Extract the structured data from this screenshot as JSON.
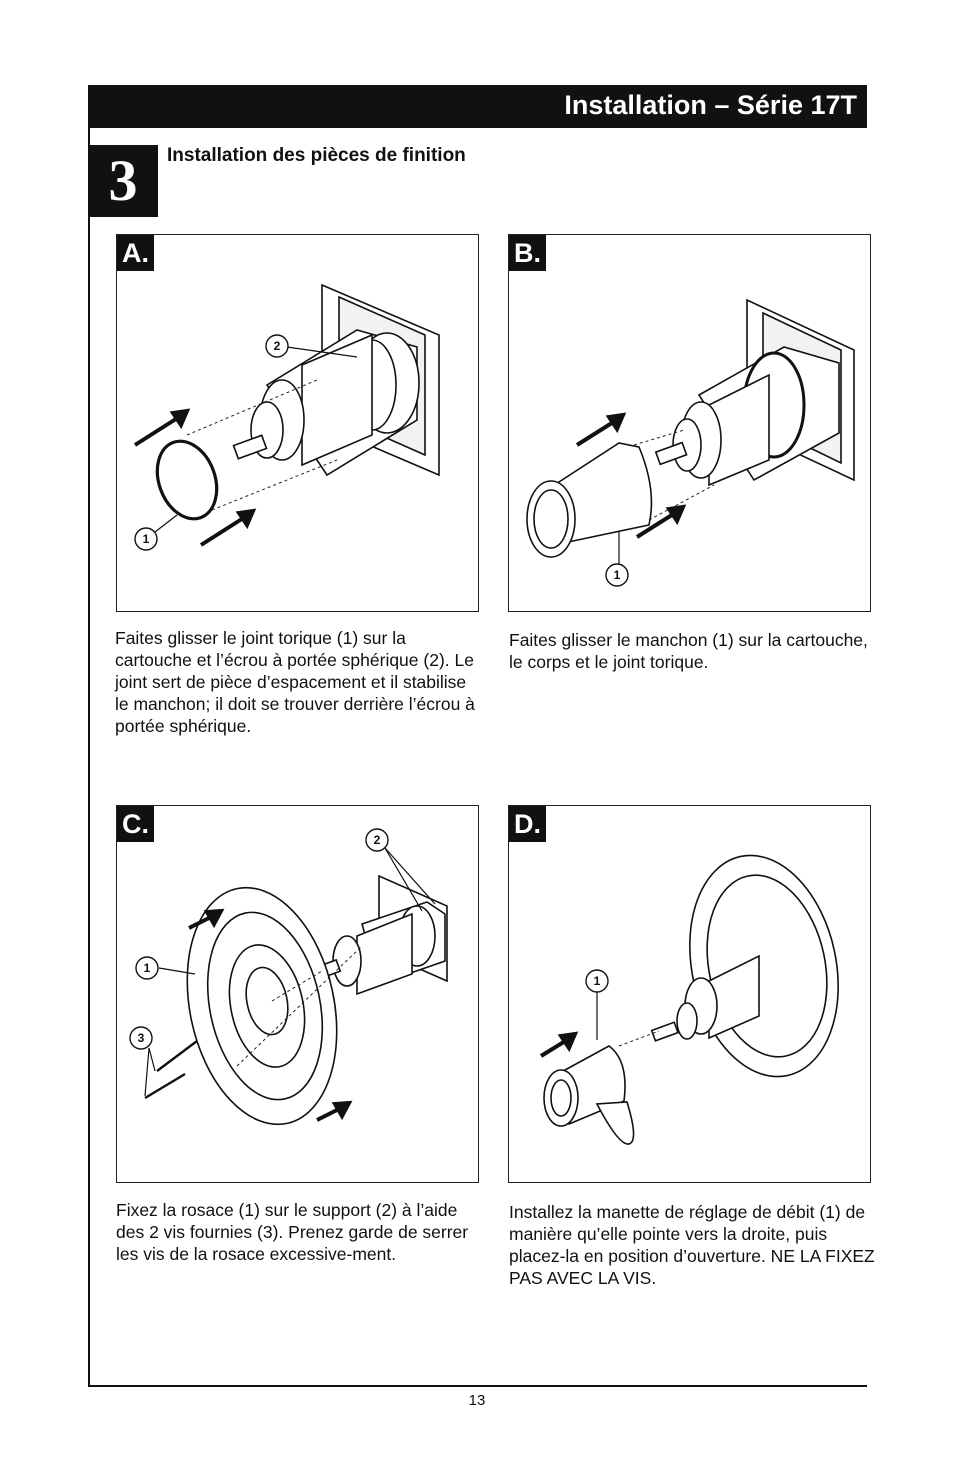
{
  "header": {
    "title": "Installation – Série 17T"
  },
  "step": {
    "number": "3",
    "heading": "Installation des pièces de finition"
  },
  "panels": [
    {
      "label": "A.",
      "callouts": [
        "2",
        "1"
      ],
      "caption": "Faites glisser le joint torique (1) sur la cartouche et l’écrou à portée sphérique (2). Le joint sert de pièce d’espacement et il stabilise le manchon; il doit se trouver derrière l’écrou à portée sphérique."
    },
    {
      "label": "B.",
      "callouts": [
        "1"
      ],
      "caption": "Faites glisser le manchon (1) sur la cartouche, le corps et le joint torique."
    },
    {
      "label": "C.",
      "callouts": [
        "2",
        "1",
        "3"
      ],
      "caption": "Fixez la rosace (1) sur le support (2) à l’aide des 2 vis fournies (3). Prenez garde de serrer les vis de la rosace excessive-ment."
    },
    {
      "label": "D.",
      "callouts": [
        "1"
      ],
      "caption": "Installez la manette de réglage de débit (1) de manière qu’elle pointe vers la droite, puis placez-la en position d’ouverture. NE LA FIXEZ PAS AVEC LA VIS."
    }
  ],
  "page_number": "13"
}
